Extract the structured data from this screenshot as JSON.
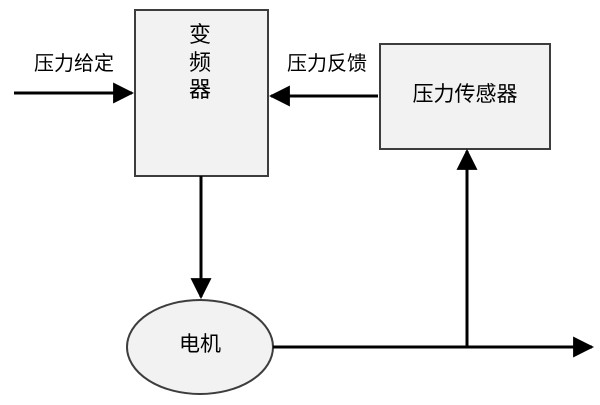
{
  "diagram": {
    "title": "",
    "background_color": "#ffffff",
    "line_color": "#000000",
    "box_fill": "#f2f2f2",
    "box_stroke": "#3d3d3d",
    "nodes": [
      {
        "id": "vfd",
        "label": "变\n频\n器",
        "shape": "rect"
      },
      {
        "id": "sensor",
        "label": "压力传感器",
        "shape": "rect"
      },
      {
        "id": "motor",
        "label": "电机",
        "shape": "ellipse"
      }
    ],
    "edge_labels": [
      {
        "id": "setpoint",
        "label": "压力给定"
      },
      {
        "id": "feedback",
        "label": "压力反馈"
      }
    ]
  }
}
